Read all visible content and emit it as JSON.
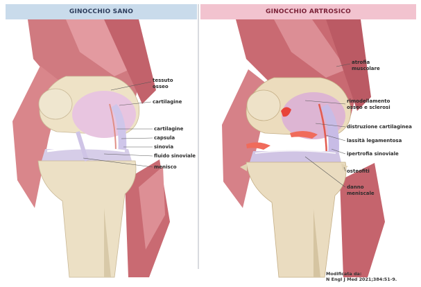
{
  "headers": {
    "left": "GINOCCHIO SANO",
    "right": "GINOCCHIO ARTROSICO"
  },
  "labels_left": {
    "tessuto_osseo_1": "tessuto",
    "tessuto_osseo_2": "osseo",
    "cartilagine_top": "cartilagine",
    "cartilagine": "cartilagine",
    "capsula": "capsula",
    "sinovia": "sinovia",
    "fluido_sinoviale": "fluido sinoviale",
    "menisco": "menisco"
  },
  "labels_right": {
    "atrofia_1": "atrofia",
    "atrofia_2": "muscolare",
    "rimodellamento_1": "rimodellamento",
    "rimodellamento_2": "osseo e sclerosi",
    "distruzione": "distruzione cartilaginea",
    "lassita": "lassità legamentosa",
    "ipertrofia": "ipertrofia sinoviale",
    "osteofiti": "osteofiti",
    "danno_1": "danno",
    "danno_2": "meniscale"
  },
  "credit": {
    "line1": "Modificata da:",
    "line2": "N Engl J Med 2021;384:51-9."
  },
  "colors": {
    "left_header": "#c9dbeb",
    "right_header": "#f2c3cf",
    "muscle": "#c96a72",
    "bone": "#efe3c8",
    "cartilage": "#e6c3e0",
    "synovial": "#d9d2f0",
    "inflammation": "#e8433a"
  }
}
